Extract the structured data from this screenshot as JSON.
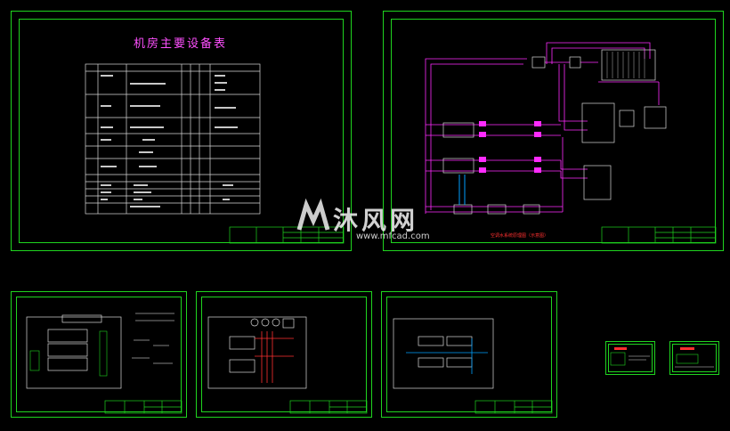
{
  "sheets": {
    "equipment_table_title": "机房主要设备表",
    "watermark_brand": "沐风网",
    "watermark_url": "www.mfcad.com",
    "diagram_caption": "空调水系统原理图（示意图）"
  },
  "colors": {
    "background": "#000000",
    "frame": "#1fd41f",
    "pipe": "#ff2bff",
    "table": "#d8d8d8",
    "accent_red": "#ff3030"
  }
}
